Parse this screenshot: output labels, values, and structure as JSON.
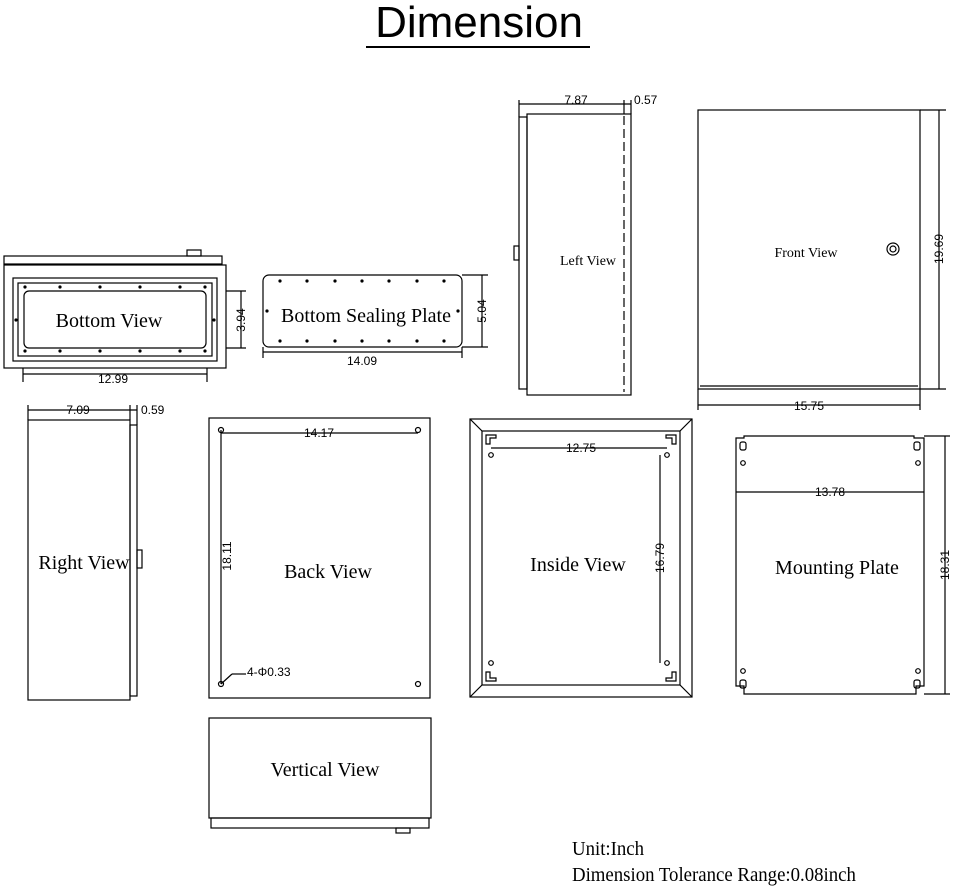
{
  "title": "Dimension",
  "views": {
    "bottom_view": {
      "label": "Bottom View",
      "width": "12.99",
      "height": "3.94"
    },
    "bottom_sealing_plate": {
      "label": "Bottom Sealing Plate",
      "width": "14.09",
      "height": "5.04"
    },
    "left_view": {
      "label": "Left View",
      "depth": "7.87",
      "door": "0.57"
    },
    "front_view": {
      "label": "Front View",
      "width": "15.75",
      "height": "19.69"
    },
    "right_view": {
      "label": "Right View",
      "depth": "7.09",
      "door": "0.59"
    },
    "back_view": {
      "label": "Back View",
      "hole_spacing_x": "14.17",
      "hole_spacing_y": "18.11",
      "holes": "4-Φ0.33"
    },
    "inside_view": {
      "label": "Inside View",
      "width": "12.75",
      "height": "16.79"
    },
    "mounting_plate": {
      "label": "Mounting Plate",
      "width": "13.78",
      "height": "18.31"
    },
    "vertical_view": {
      "label": "Vertical View"
    }
  },
  "notes": {
    "unit": "Unit:Inch",
    "tolerance": "Dimension Tolerance Range:0.08inch"
  }
}
